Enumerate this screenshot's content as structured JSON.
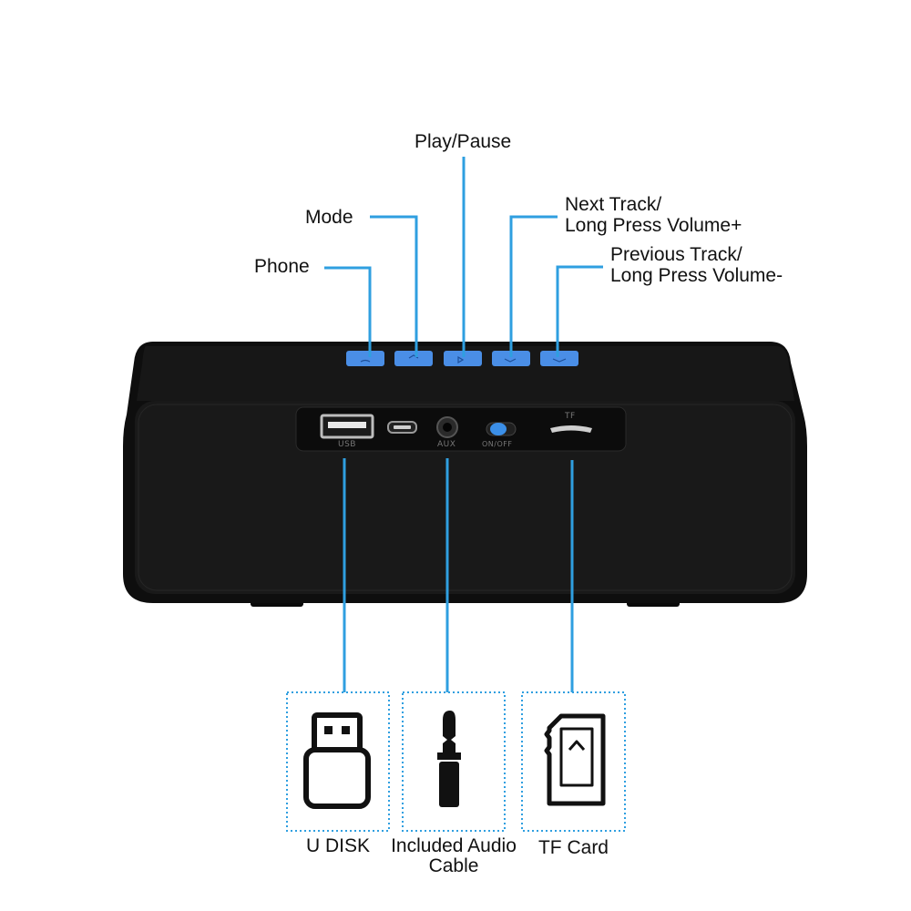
{
  "button_labels": {
    "play_pause": "Play/Pause",
    "mode": "Mode",
    "phone": "Phone",
    "next_track": [
      "Next Track/",
      "Long Press Volume+"
    ],
    "previous_track": [
      "Previous Track/",
      "Long Press Volume-"
    ]
  },
  "port_labels": {
    "usb": "USB",
    "aux": "AUX",
    "switch": "ON/OFF",
    "tf": "TF"
  },
  "accessories": [
    {
      "label": [
        "U DISK"
      ],
      "icon": "usb-drive-icon"
    },
    {
      "label": [
        "Included Audio",
        "Cable"
      ],
      "icon": "audio-jack-icon"
    },
    {
      "label": [
        "TF Card"
      ],
      "icon": "sd-card-icon"
    }
  ],
  "colors": {
    "callout": "#2f9fe0",
    "button": "#4a8ee6",
    "speaker_body": "#111111",
    "speaker_face": "#1c1c1c"
  }
}
